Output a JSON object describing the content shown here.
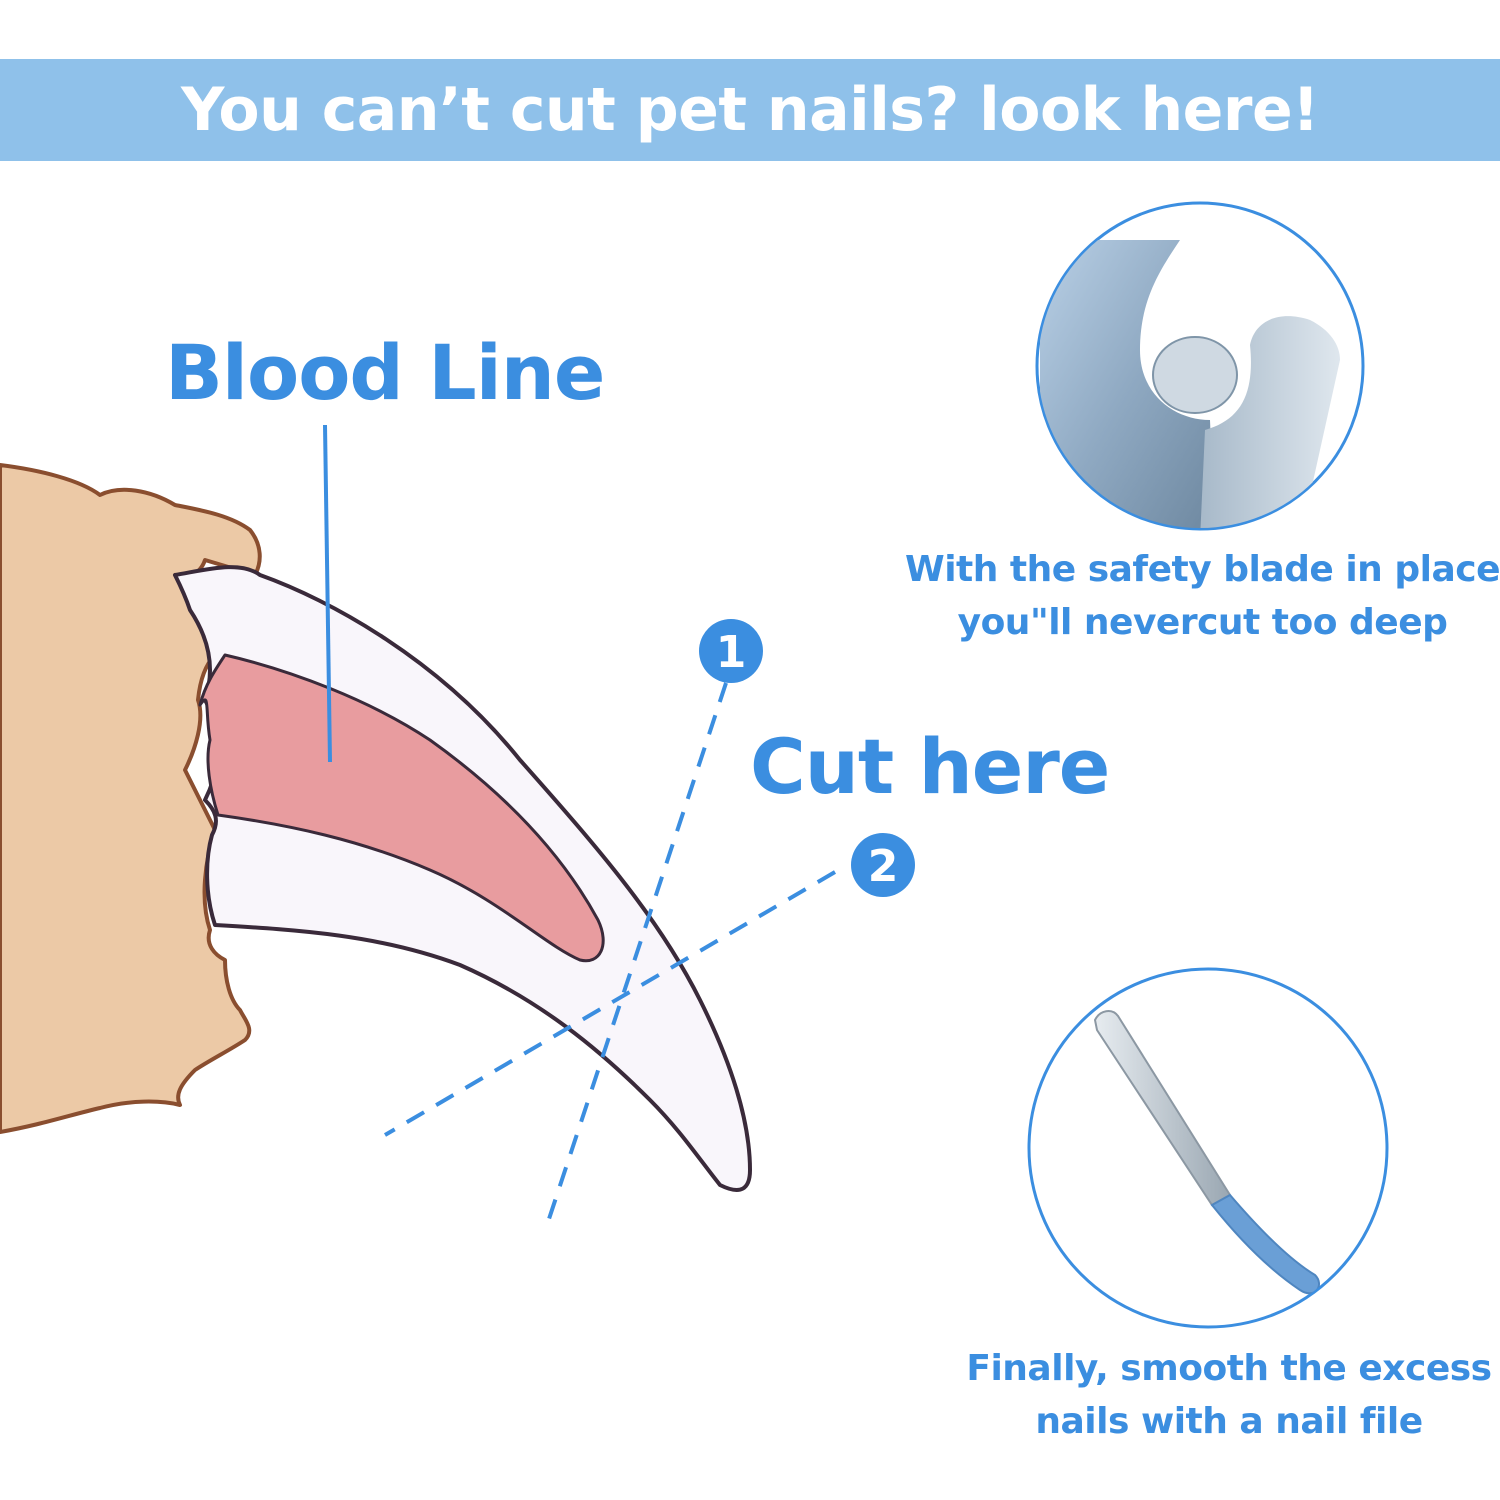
{
  "banner": {
    "title": "You can’t cut pet nails? look here!",
    "color": "#8fc1ea"
  },
  "labels": {
    "blood_line": "Blood Line",
    "cut_here": "Cut here"
  },
  "markers": {
    "one": "1",
    "two": "2"
  },
  "captions": {
    "safety_blade": [
      "With the safety blade in place",
      "you\"ll nevercut too deep"
    ],
    "nail_file": [
      "Finally, smooth the excess",
      "nails with a nail file"
    ]
  },
  "colors": {
    "accent_blue": "#3b8ee0",
    "paw": "#ecc9a6",
    "quick_pink": "#e89c9f",
    "nail_white": "#f9f6fb",
    "outline": "#3a2a3a"
  },
  "icons": {
    "blade": "safety-blade-icon",
    "file": "nail-file-icon"
  }
}
